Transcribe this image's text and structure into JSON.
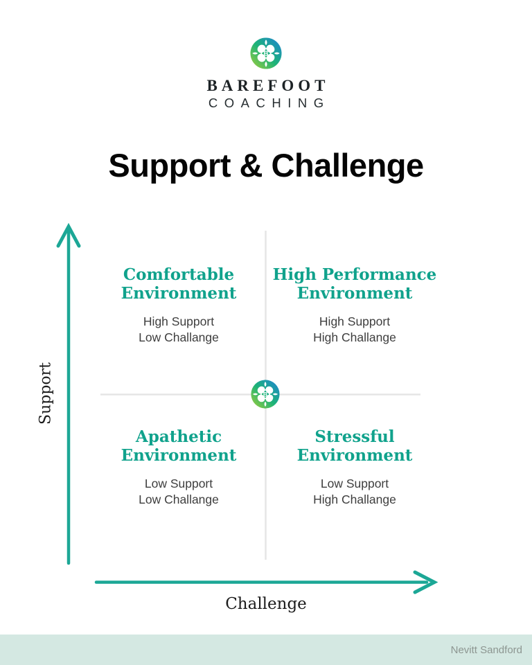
{
  "brand": {
    "name_line1": "BAREFOOT",
    "name_line2": "COACHING",
    "logo_letter": "B"
  },
  "title": "Support & Challenge",
  "axes": {
    "y_label": "Support",
    "x_label": "Challenge"
  },
  "quadrants": [
    {
      "position": "top-left",
      "heading_lines": [
        "Comfortable",
        "Environment"
      ],
      "sub_lines": [
        "High Support",
        "Low Challange"
      ]
    },
    {
      "position": "top-right",
      "heading_lines": [
        "High Performance",
        "Environment"
      ],
      "sub_lines": [
        "High Support",
        "High Challange"
      ]
    },
    {
      "position": "bottom-left",
      "heading_lines": [
        "Apathetic",
        "Environment"
      ],
      "sub_lines": [
        "Low Support",
        "Low Challange"
      ]
    },
    {
      "position": "bottom-right",
      "heading_lines": [
        "Stressful",
        "Environment"
      ],
      "sub_lines": [
        "Low Support",
        "High Challange"
      ]
    }
  ],
  "footer": {
    "credit": "Nevitt Sandford"
  },
  "colors": {
    "heading_teal": "#10A28C",
    "arrow_teal": "#1CA796",
    "divider_gray": "#E5E5E5",
    "footer_bg": "#D4E8E2",
    "footer_text": "#8D9691",
    "logo_gradient": [
      "#A6CE38",
      "#1DB377",
      "#1E82D8"
    ]
  }
}
